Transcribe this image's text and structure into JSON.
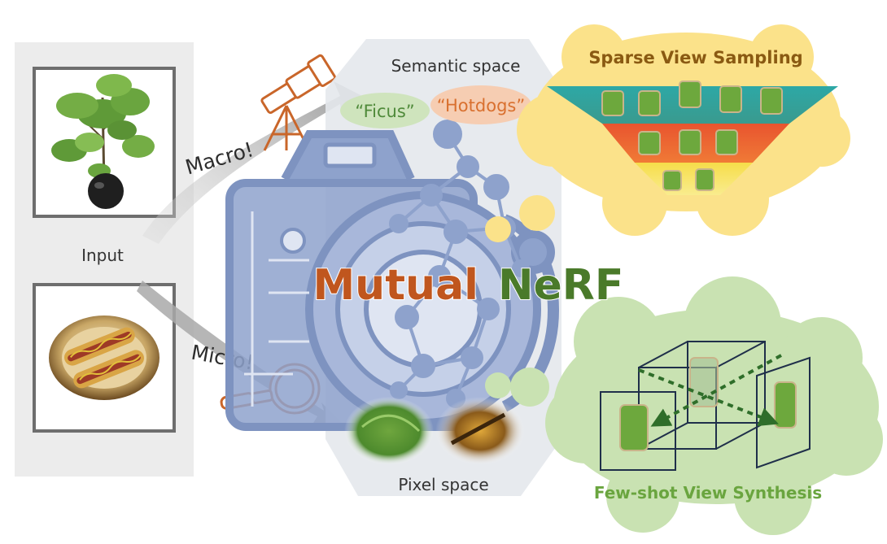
{
  "title": {
    "word1": "Mutual",
    "word2": "NeRF"
  },
  "input": {
    "label": "Input"
  },
  "arrows": {
    "macro": "Macro!",
    "micro": "Micro!"
  },
  "semantic": {
    "label": "Semantic space",
    "tag_ficus": "“Ficus”",
    "tag_hotdogs": "“Hotdogs”"
  },
  "pixel": {
    "label": "Pixel space"
  },
  "sparse": {
    "label": "Sparse View Sampling"
  },
  "fewshot": {
    "label": "Few-shot View Synthesis"
  },
  "colors": {
    "title_word1": "#c0561e",
    "title_word2": "#4a7a2a",
    "hotdogs": "#d9702f",
    "ficus": "#4f8a3a",
    "camera": "#8ea2cc",
    "sparse_bg": "#fbe28a",
    "fewshot_bg": "#c9e2b2"
  }
}
